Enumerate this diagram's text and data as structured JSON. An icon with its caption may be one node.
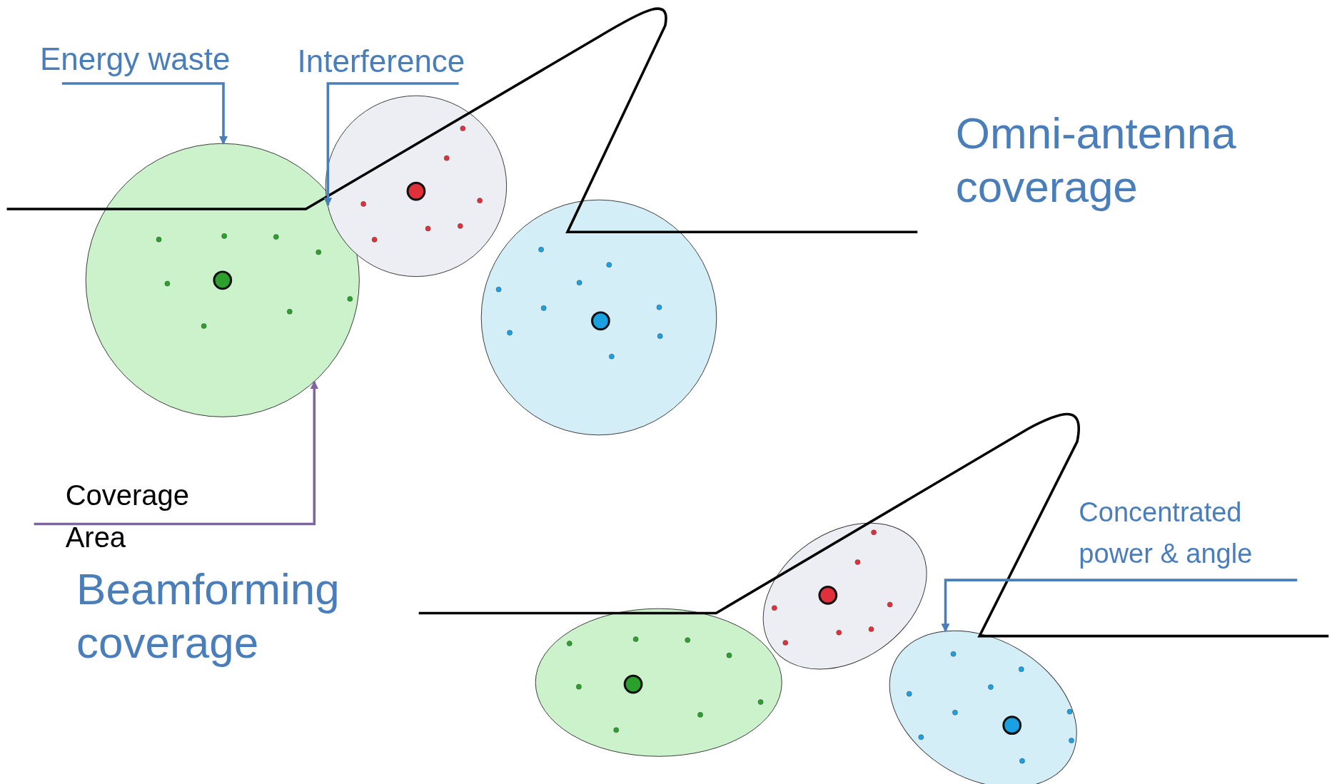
{
  "diagram": {
    "nodes": [
      {
        "text": [
          "Energy waste"
        ]
      },
      {
        "text": [
          "Interference"
        ]
      },
      {
        "text": [],
        "shape": "circle"
      },
      {
        "text": [],
        "shape": "circle"
      },
      {
        "text": [],
        "shape": "circle"
      },
      {
        "text": [
          "Coverage Area"
        ]
      },
      {
        "text": [
          "Concentrated power & angle"
        ]
      },
      {
        "text": [],
        "shape": "ellipse"
      },
      {
        "text": [],
        "shape": "ellipse"
      },
      {
        "text": [],
        "shape": "ellipse"
      }
    ],
    "edges": [
      {
        "from": 0,
        "to": 2,
        "arrow": "to"
      },
      {
        "from": 1,
        "to": 3,
        "arrow": "to"
      },
      {
        "from": 5,
        "to": 2,
        "arrow": "to",
        "color": "#8064a2"
      },
      {
        "from": 6,
        "to": 9,
        "arrow": "to"
      }
    ],
    "labels": [
      "Omni-antenna coverage",
      "Beamforming coverage"
    ]
  }
}
